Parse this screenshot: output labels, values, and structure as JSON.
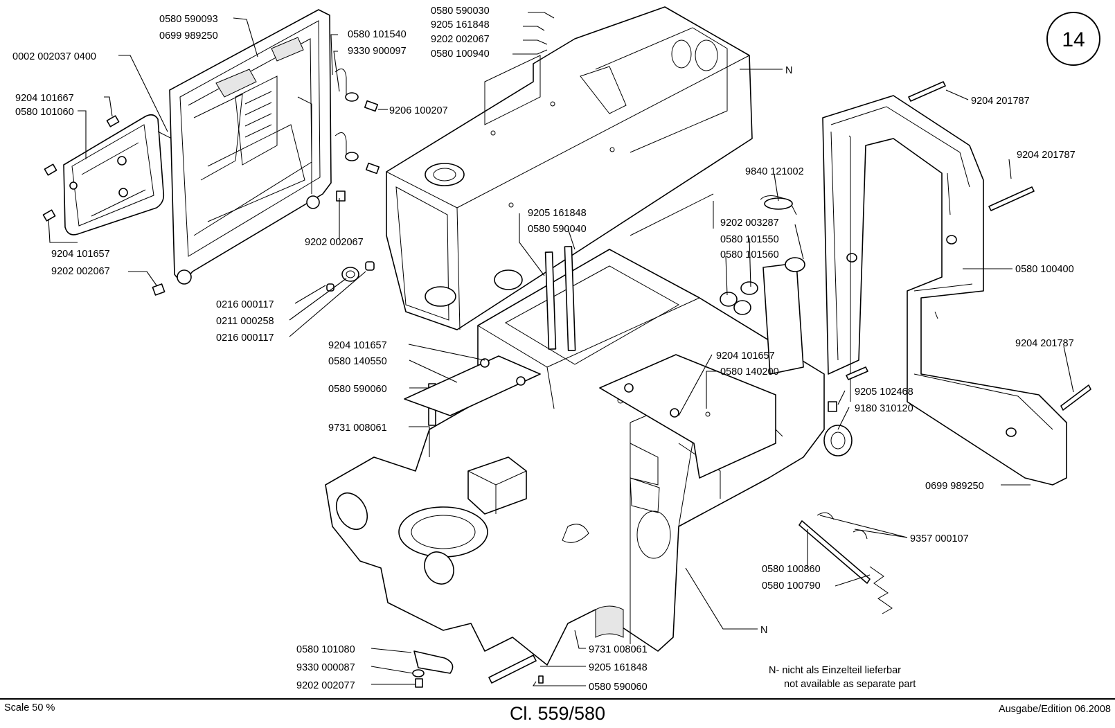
{
  "page_number": "14",
  "callouts": [
    {
      "id": "c1",
      "text": "0580 590093"
    },
    {
      "id": "c2",
      "text": "0699 989250"
    },
    {
      "id": "c3",
      "text": "0002 002037 0400"
    },
    {
      "id": "c4",
      "text": "9204 101667"
    },
    {
      "id": "c5",
      "text": "0580 101060"
    },
    {
      "id": "c6",
      "text": "9204 101657"
    },
    {
      "id": "c7",
      "text": "9202 002067"
    },
    {
      "id": "c8",
      "text": "0580 101540"
    },
    {
      "id": "c9",
      "text": "9330 900097"
    },
    {
      "id": "c10",
      "text": "9206 100207"
    },
    {
      "id": "c11",
      "text": "9202 002067"
    },
    {
      "id": "c12",
      "text": "0580 590030"
    },
    {
      "id": "c13",
      "text": "9205 161848"
    },
    {
      "id": "c14",
      "text": "9202 002067"
    },
    {
      "id": "c15",
      "text": "0580 100940"
    },
    {
      "id": "c16",
      "text": "N"
    },
    {
      "id": "c17",
      "text": "9204 201787"
    },
    {
      "id": "c18",
      "text": "9204 201787"
    },
    {
      "id": "c19",
      "text": "9840 121002"
    },
    {
      "id": "c20",
      "text": "9205 161848"
    },
    {
      "id": "c21",
      "text": "0580 590040"
    },
    {
      "id": "c22",
      "text": "9202 003287"
    },
    {
      "id": "c23",
      "text": "0580 101550"
    },
    {
      "id": "c24",
      "text": "0580 101560"
    },
    {
      "id": "c25",
      "text": "0580 100400"
    },
    {
      "id": "c26",
      "text": "0216 000117"
    },
    {
      "id": "c27",
      "text": "0211 000258"
    },
    {
      "id": "c28",
      "text": "0216 000117"
    },
    {
      "id": "c29",
      "text": "9204 101657"
    },
    {
      "id": "c30",
      "text": "0580 140550"
    },
    {
      "id": "c31",
      "text": "0580 590060"
    },
    {
      "id": "c32",
      "text": "9204 101657"
    },
    {
      "id": "c33",
      "text": "0580 140200"
    },
    {
      "id": "c34",
      "text": "9204 201787"
    },
    {
      "id": "c35",
      "text": "9205 102468"
    },
    {
      "id": "c36",
      "text": "9180 310120"
    },
    {
      "id": "c37",
      "text": "9731 008061"
    },
    {
      "id": "c38",
      "text": "0699 989250"
    },
    {
      "id": "c39",
      "text": "9357 000107"
    },
    {
      "id": "c40",
      "text": "0580 100860"
    },
    {
      "id": "c41",
      "text": "0580 100790"
    },
    {
      "id": "c42",
      "text": "N"
    },
    {
      "id": "c43",
      "text": "0580 101080"
    },
    {
      "id": "c44",
      "text": "9330 000087"
    },
    {
      "id": "c45",
      "text": "9202 002077"
    },
    {
      "id": "c46",
      "text": "9731 008061"
    },
    {
      "id": "c47",
      "text": "9205 161848"
    },
    {
      "id": "c48",
      "text": "0580 590060"
    }
  ],
  "note": {
    "line1": "N- nicht als Einzelteil lieferbar",
    "line2": "not available as separate part"
  },
  "footer": {
    "scale": "Scale 50 %",
    "model": "Cl. 559/580",
    "edition": "Ausgabe/Edition 06.2008"
  }
}
